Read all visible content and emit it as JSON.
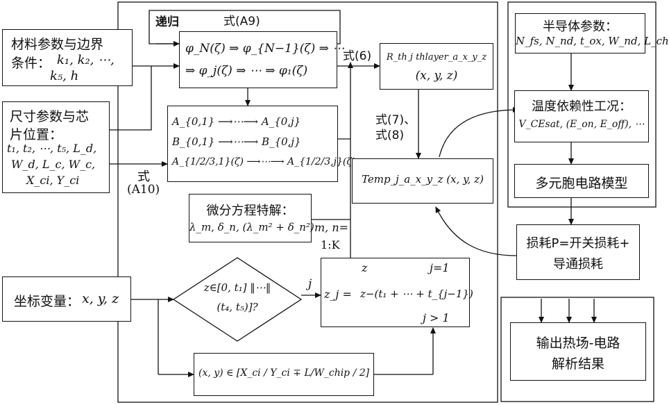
{
  "material": {
    "line1": "材料参数与边界",
    "line2": "条件：",
    "vars2": "k₁, k₂, ⋯,",
    "vars3": "k₅, h"
  },
  "size": {
    "line1": "尺寸参数与芯",
    "line2": "片位置：",
    "vars1": "t₁, t₂, ⋯, t₅, L_d,",
    "vars2": "W_d, L_c, W_c,",
    "vars3": "X_ci, Y_ci"
  },
  "coord": {
    "label": "坐标变量：",
    "vars": "x, y, z"
  },
  "recursion": {
    "tag": "递归",
    "eq_label": "式(A9)",
    "line1": "φ_N(ζ) ⇒ φ_{N−1}(ζ) ⇒ ⋯",
    "line2": "⇒ φ_j(ζ) ⇒ ⋯ ⇒ φ₁(ζ)"
  },
  "coeffs": {
    "line1": "A_{0,1} ⟶⋯⟶ A_{0,j}",
    "line2": "B_{0,1} ⟶⋯⟶ B_{0,j}",
    "line3": "A_{1/2/3,1}(ζ) ⟶⋯⟶ A_{1/2/3,j}(ζ)"
  },
  "eq_a10": {
    "line1": "式",
    "line2": "(A10)"
  },
  "particular": {
    "title": "微分方程特解：",
    "expr": "λ_m, δ_n, (λ_m² + δ_n²)"
  },
  "mn": {
    "line1": "m, n=",
    "line2": "1:K"
  },
  "eq6": "式(6)",
  "eq78": {
    "line1": "式(7)、",
    "line2": "式(8)"
  },
  "rth": {
    "line1": "R_th j thlayer_a_x_y_z",
    "line2": "(x, y, z)"
  },
  "temp": "Temp_j_a_x_y_z (x, y, z)",
  "decision": {
    "line1": "z∈[0, t₁] ‖⋯‖",
    "line2": "(t₄, t₅)]?",
    "j_label": "j"
  },
  "zj": {
    "lhs": "z_j =",
    "case1": "z",
    "cond1": "j=1",
    "case2": "z−(t₁ + ⋯ + t_{j−1})",
    "cond3": "j > 1"
  },
  "xy": {
    "expr": "(x, y) ∈ [X_ci / Y_ci ∓ L/W_chip / 2]"
  },
  "semi": {
    "title": "半导体参数：",
    "vars": "N_fs, N_nd, t_ox, W_nd, L_ch"
  },
  "thermal": {
    "title": "温度依赖性工况：",
    "vars": "V_CEsat, (E_on, E_off), ⋯"
  },
  "cell": {
    "label": "多元胞电路模型"
  },
  "loss": {
    "line1": "损耗P=开关损耗+",
    "line2": "导通损耗"
  },
  "output": {
    "line1": "输出热场-电路",
    "line2": "解析结果"
  }
}
